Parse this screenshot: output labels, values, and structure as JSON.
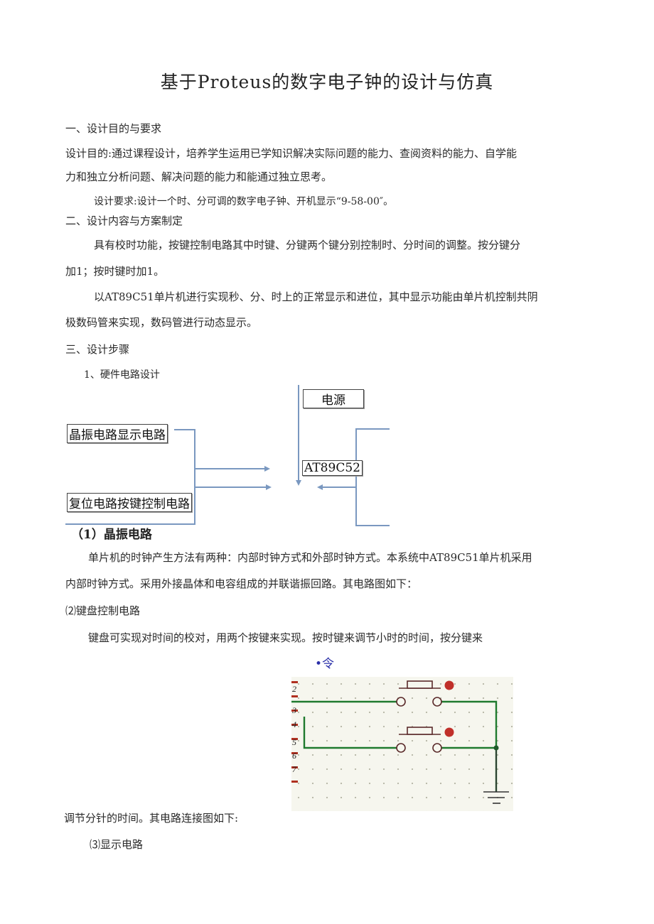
{
  "doc": {
    "title": "基于Proteus的数字电子钟的设计与仿真",
    "sections": {
      "s1": {
        "heading": "一、设计目的与要求",
        "purpose_line1": "设计目的:通过课程设计，培养学生运用已学知识解决实际问题的能力、查阅资料的能力、自学能",
        "purpose_line2": "力和独立分析问题、解决问题的能力和能通过独立思考。",
        "requirement": "设计要求:设计一个时、分可调的数字电子钟、开机显示“9-58-00″。"
      },
      "s2": {
        "heading": "二、设计内容与方案制定",
        "para1_line1": "具有校时功能，按键控制电路其中时键、分键两个键分别控制时、分时间的调整。按分键分",
        "para1_line2": "加1；按时键时加1。",
        "para2_line1": "以AT89C51单片机进行实现秒、分、时上的正常显示和进位，其中显示功能由单片机控制共阴",
        "para2_line2": "极数码管来实现，数码管进行动态显示。"
      },
      "s3": {
        "heading": "三、设计步骤",
        "step1": "1、硬件电路设计",
        "block_diagram": {
          "power": "电源",
          "crystal_display": "晶振电路显示电路",
          "mcu": "AT89C52",
          "reset_keys": "复位电路按键控制电路"
        },
        "sub1_heading": "（1）晶振电路",
        "sub1_line1": "单片机的时钟产生方法有两种：内部时钟方式和外部时钟方式。本系统中AT89C51单片机采用",
        "sub1_line2": "内部时钟方式。采用外接晶体和电容组成的并联谐振回路。其电路图如下：",
        "sub2_heading": "⑵键盘控制电路",
        "sub2_line1": "键盘可实现对时间的校对，用两个按键来实现。按时键来调节小时的时间，按分键来",
        "circuit_mark": "•令",
        "pin_numbers": [
          "2",
          "3",
          "4",
          "5",
          "6",
          "7"
        ],
        "sub2_line2": "调节分针的时间。其电路连接图如下:",
        "sub3_heading": "⑶显示电路"
      }
    }
  }
}
